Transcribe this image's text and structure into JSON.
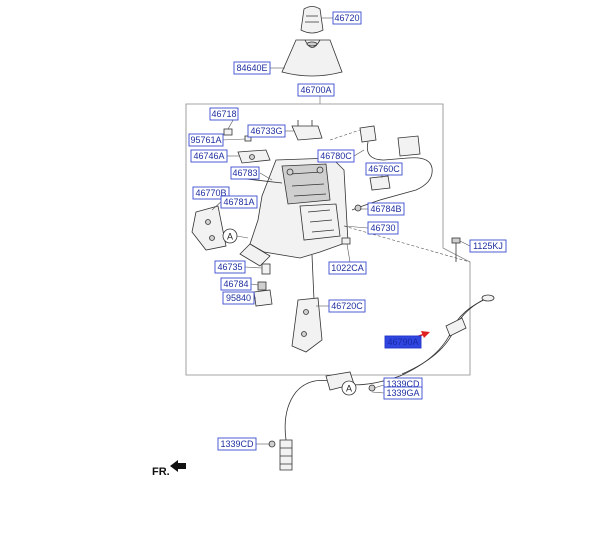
{
  "diagram": {
    "labels": [
      {
        "id": "46720",
        "text": "46720"
      },
      {
        "id": "84640E",
        "text": "84640E"
      },
      {
        "id": "46700A",
        "text": "46700A"
      },
      {
        "id": "46718",
        "text": "46718"
      },
      {
        "id": "95761A",
        "text": "95761A"
      },
      {
        "id": "46733G",
        "text": "46733G"
      },
      {
        "id": "46746A",
        "text": "46746A"
      },
      {
        "id": "46780C",
        "text": "46780C"
      },
      {
        "id": "46760C",
        "text": "46760C"
      },
      {
        "id": "46783",
        "text": "46783"
      },
      {
        "id": "46770B",
        "text": "46770B"
      },
      {
        "id": "46781A",
        "text": "46781A"
      },
      {
        "id": "46784B",
        "text": "46784B"
      },
      {
        "id": "46730",
        "text": "46730"
      },
      {
        "id": "1125KJ",
        "text": "1125KJ"
      },
      {
        "id": "46735",
        "text": "46735"
      },
      {
        "id": "1022CA",
        "text": "1022CA"
      },
      {
        "id": "46784",
        "text": "46784"
      },
      {
        "id": "95840",
        "text": "95840"
      },
      {
        "id": "46720C",
        "text": "46720C"
      },
      {
        "id": "46790A",
        "text": "46790A"
      },
      {
        "id": "1339CD_a",
        "text": "1339CD"
      },
      {
        "id": "1339GA",
        "text": "1339GA"
      },
      {
        "id": "1339CD_b",
        "text": "1339CD"
      }
    ],
    "callouts": [
      {
        "id": "A1",
        "text": "A"
      },
      {
        "id": "A2",
        "text": "A"
      }
    ],
    "direction_label": "FR.",
    "colors": {
      "label_text": "#1f2fa0",
      "label_border": "#3b4bd0",
      "highlight_fill": "#2f46e0",
      "arrow": "#e02020"
    }
  }
}
